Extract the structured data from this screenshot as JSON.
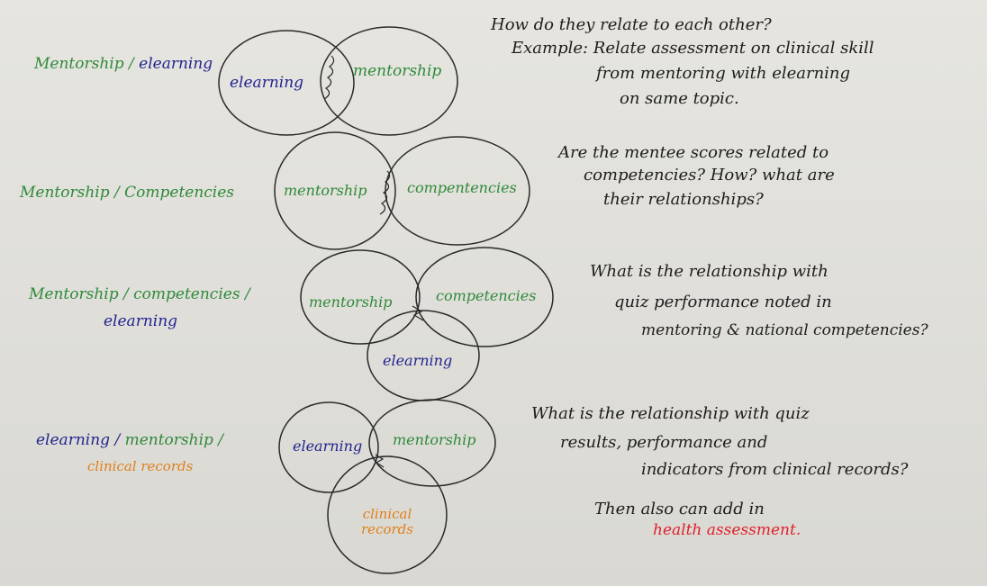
{
  "colors": {
    "green": "#2f8a3a",
    "blue": "#22248f",
    "orange": "#e0801a",
    "red": "#e0202a",
    "ink": "#1d1d1d"
  },
  "rows": [
    {
      "left_label": {
        "mentorship": "Mentorship",
        "separator": " / ",
        "elearning": "elearning"
      },
      "circles": [
        "elearning",
        "mentorship"
      ],
      "notes": [
        "How do they relate to each other?",
        "Example: Relate assessment on clinical skill",
        "from mentoring with elearning",
        "on same topic."
      ]
    },
    {
      "left_label": {
        "text": "Mentorship / Competencies"
      },
      "circles": [
        "mentorship",
        "compentencies"
      ],
      "notes": [
        "Are the mentee scores related to",
        "competencies? How? what are",
        "their relationships?"
      ]
    },
    {
      "left_label": {
        "line1": "Mentorship / competencies /",
        "line2": "elearning"
      },
      "circles": [
        "mentorship",
        "competencies",
        "elearning"
      ],
      "notes": [
        "What is the relationship with",
        "quiz performance noted in",
        "mentoring & national competencies?"
      ]
    },
    {
      "left_label": {
        "elearning": "elearning",
        "separator": " / ",
        "mentorship": "mentorship /",
        "clinical": "clinical records"
      },
      "circles": [
        "elearning",
        "mentorship",
        "clinical records"
      ],
      "notes": [
        "What is the relationship with quiz",
        "results, performance and",
        "indicators from clinical records?",
        "Then also can add in"
      ],
      "highlight": "health assessment."
    }
  ]
}
